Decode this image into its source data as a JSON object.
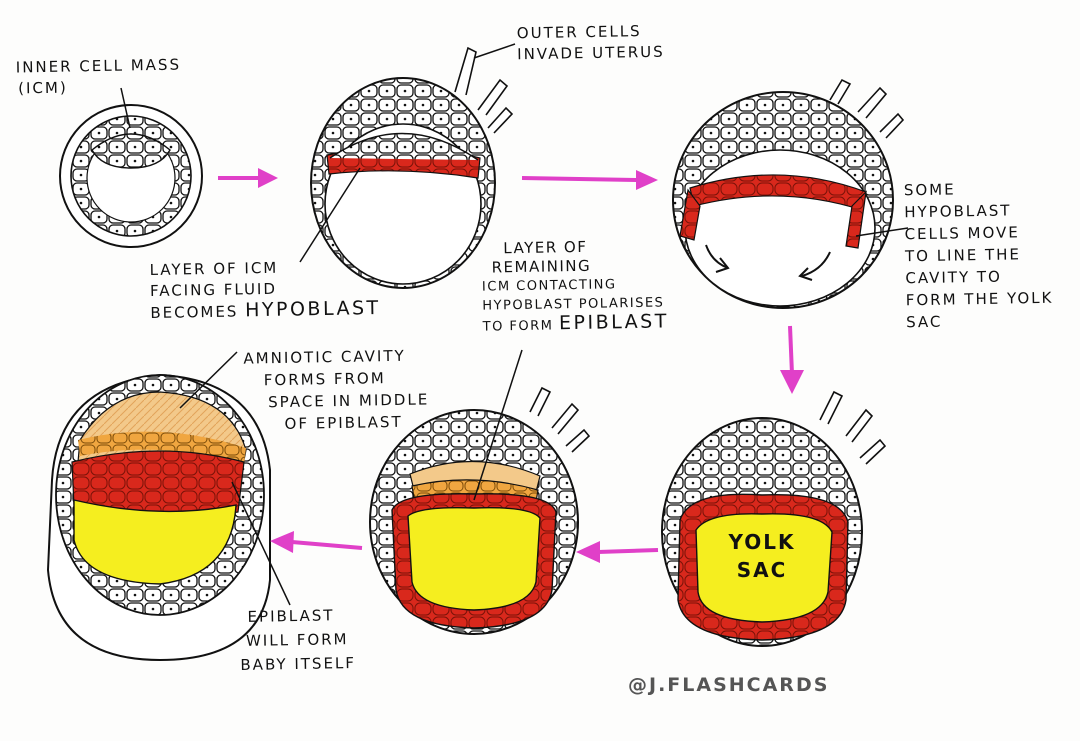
{
  "labels": {
    "icm": [
      "INNER CELL MASS",
      "(ICM)"
    ],
    "outer_cells": [
      "OUTER CELLS",
      "INVADE UTERUS"
    ],
    "hypoblast": [
      "LAYER OF ICM",
      "FACING FLUID",
      "BECOMES"
    ],
    "hypoblast_word": "HYPOBLAST",
    "yolk_move": [
      "SOME",
      "HYPOBLAST",
      "CELLS MOVE",
      "TO LINE THE",
      "CAVITY TO",
      "FORM THE YOLK",
      "SAC"
    ],
    "epiblast": [
      "LAYER OF",
      "REMAINING",
      "ICM CONTACTING",
      "HYPOBLAST POLARISES",
      "TO FORM"
    ],
    "epiblast_word": "EPIBLAST",
    "amniotic": [
      "AMNIOTIC CAVITY",
      "FORMS FROM",
      "SPACE IN MIDDLE",
      "OF EPIBLAST"
    ],
    "baby": [
      "EPIBLAST",
      "WILL FORM",
      "BABY ITSELF"
    ],
    "yolk_sac": [
      "YOLK",
      "SAC"
    ]
  },
  "watermark": "@J.FLASHCARDS",
  "colors": {
    "hypoblast": "#d9281c",
    "yolk": "#f5ee1f",
    "epiblast": "#f0b65a",
    "amnion": "#f3c98a",
    "arrow": "#e040c8",
    "ink": "#111111"
  }
}
